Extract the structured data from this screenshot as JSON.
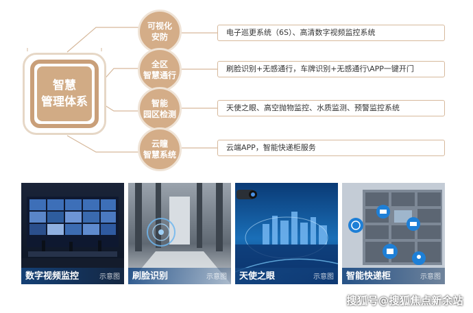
{
  "hub": {
    "title": "智慧\n管理体系"
  },
  "items": [
    {
      "node": "可视化\n安防",
      "description": "电子巡更系统（6S）、高清数字视频监控系统"
    },
    {
      "node": "全区\n智慧通行",
      "description": "刷脸识别+无感通行，车牌识别+无感通行\\APP一键开门"
    },
    {
      "node": "智能\n园区检测",
      "description": "天使之眼、高空抛物监控、水质监测、预警监控系统"
    },
    {
      "node": "云瞳\n智慧系统",
      "description": "云端APP，智能快递柜服务"
    }
  ],
  "photos": [
    {
      "caption": "数字视频监控",
      "note": "示意图"
    },
    {
      "caption": "刷脸识别",
      "note": "示意图"
    },
    {
      "caption": "天使之眼",
      "note": "示意图"
    },
    {
      "caption": "智能快递柜",
      "note": "示意图"
    }
  ],
  "watermark": "搜狐号@搜狐焦点新余站",
  "colors": {
    "accent": "#d4ad88",
    "frame": "#c99f79",
    "caption_band": "#144682"
  }
}
